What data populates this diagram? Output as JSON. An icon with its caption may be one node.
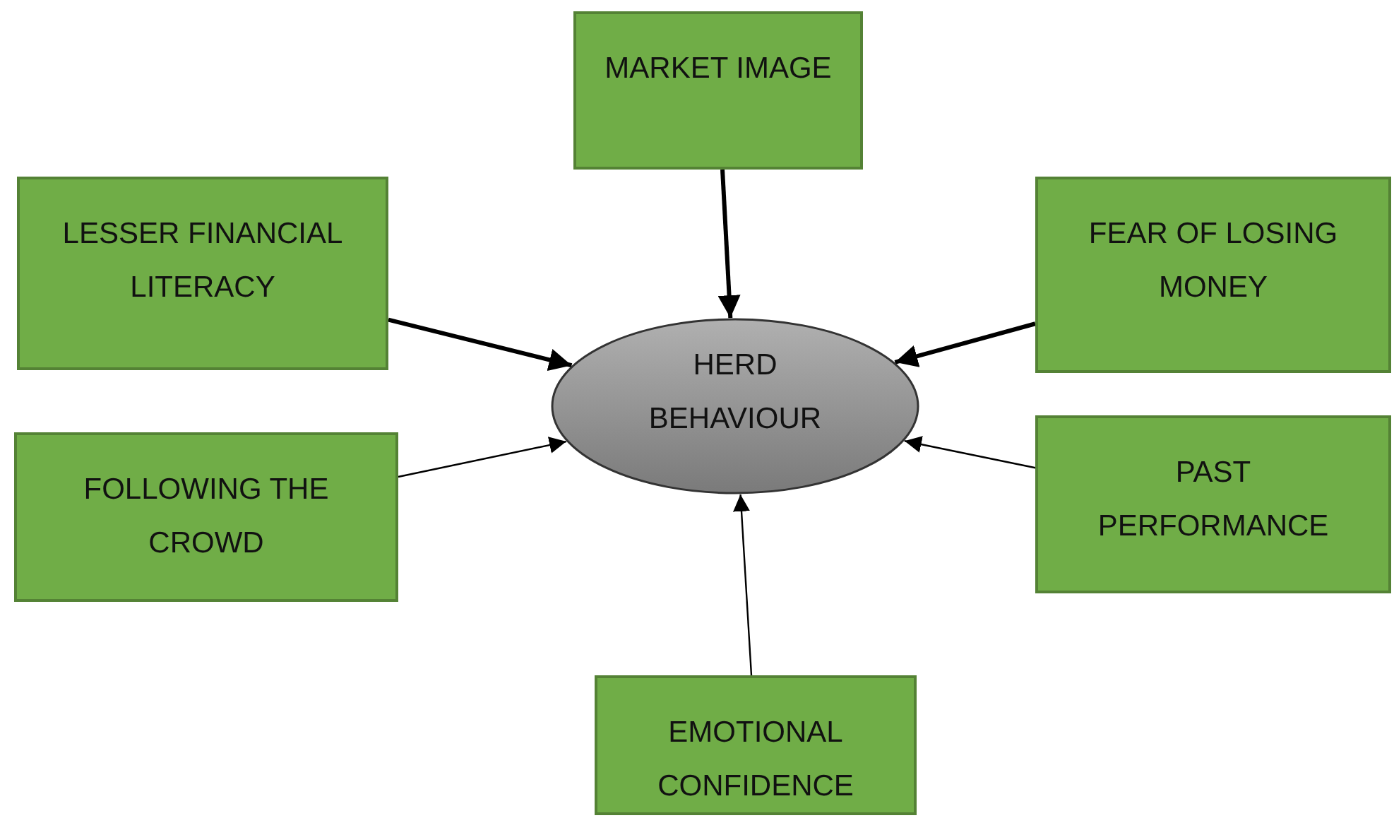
{
  "diagram": {
    "nodes": [
      {
        "text": [
          "MARKET IMAGE"
        ]
      },
      {
        "text": [
          "LESSER FINANCIAL LITERACY"
        ]
      },
      {
        "text": [
          "FEAR OF LOSING MONEY"
        ]
      },
      {
        "text": [
          "HERD BEHAVIOUR"
        ]
      },
      {
        "text": [
          "FOLLOWING THE CROWD"
        ]
      },
      {
        "text": [
          "PAST PERFORMANCE"
        ]
      },
      {
        "text": [
          "EMOTIONAL CONFIDENCE"
        ]
      }
    ],
    "edges": [
      {
        "from": 0,
        "to": 3,
        "arrow": "to",
        "style": "thick"
      },
      {
        "from": 1,
        "to": 3,
        "arrow": "to",
        "style": "thick"
      },
      {
        "from": 2,
        "to": 3,
        "arrow": "to",
        "style": "thick"
      },
      {
        "from": 4,
        "to": 3,
        "arrow": "to"
      },
      {
        "from": 5,
        "to": 3,
        "arrow": "to"
      },
      {
        "from": 6,
        "to": 3,
        "arrow": "to"
      }
    ]
  }
}
